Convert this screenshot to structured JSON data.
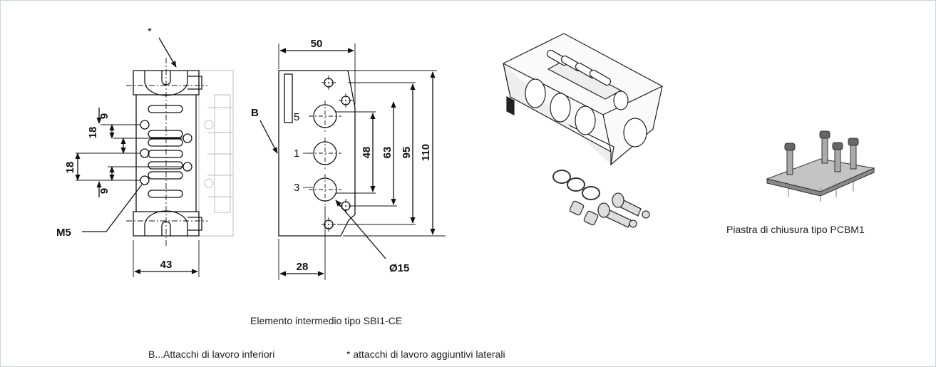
{
  "drawing": {
    "left_view": {
      "asterisk": "*",
      "dims": [
        "9",
        "18",
        "18",
        "9"
      ],
      "thread_label": "M5",
      "width": "43"
    },
    "front_view": {
      "width_top": "50",
      "ports": [
        "5",
        "1",
        "3"
      ],
      "heights": [
        "48",
        "63",
        "95",
        "110"
      ],
      "width_bottom": "28",
      "bore": "Ø15",
      "side_label": "B"
    }
  },
  "captions": {
    "main": "Elemento intermedio tipo SBI1-CE",
    "plate": "Piastra di chiusura tipo PCBM1",
    "legend_b": "B...Attacchi di lavoro inferiori",
    "legend_star": "* attacchi di lavoro aggiuntivi laterali"
  }
}
